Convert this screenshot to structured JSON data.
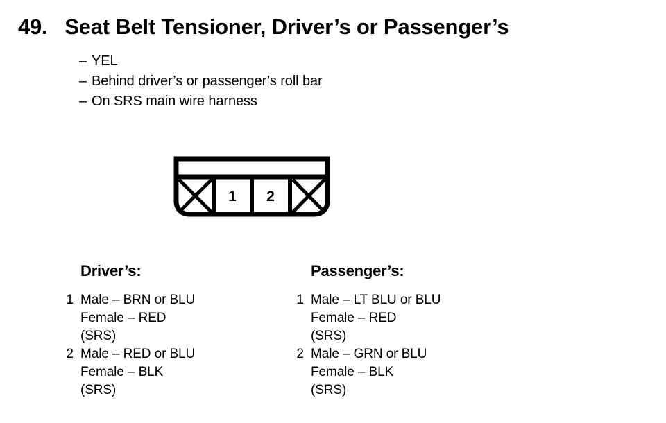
{
  "header": {
    "item_number": "49.",
    "title": "Seat Belt Tensioner, Driver’s or Passenger’s"
  },
  "description": {
    "dash": "–",
    "lines": [
      "YEL",
      "Behind driver’s or passenger’s roll bar",
      "On SRS main wire harness"
    ]
  },
  "connector": {
    "cells": [
      {
        "type": "blank",
        "label": ""
      },
      {
        "type": "pin",
        "label": "1"
      },
      {
        "type": "pin",
        "label": "2"
      },
      {
        "type": "blank",
        "label": ""
      }
    ]
  },
  "legends": [
    {
      "heading": "Driver’s:",
      "pins": [
        {
          "number": "1",
          "lines": [
            "Male – BRN or BLU",
            "Female – RED",
            "(SRS)"
          ]
        },
        {
          "number": "2",
          "lines": [
            "Male – RED or BLU",
            "Female – BLK",
            "(SRS)"
          ]
        }
      ]
    },
    {
      "heading": "Passenger’s:",
      "pins": [
        {
          "number": "1",
          "lines": [
            "Male – LT BLU or BLU",
            "Female – RED",
            "(SRS)"
          ]
        },
        {
          "number": "2",
          "lines": [
            "Male – GRN or BLU",
            "Female – BLK",
            "(SRS)"
          ]
        }
      ]
    }
  ],
  "colors": {
    "ink": "#000000",
    "background": "#ffffff"
  }
}
